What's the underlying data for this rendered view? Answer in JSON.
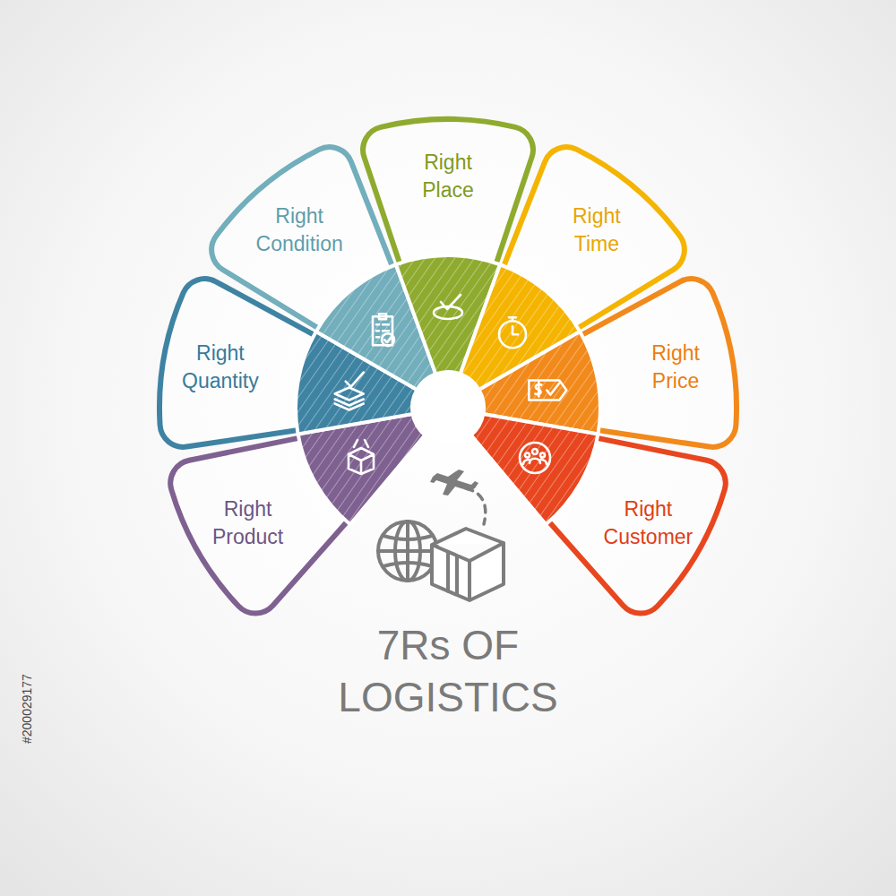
{
  "diagram": {
    "title": "7Rs OF LOGISTICS",
    "nodes": [
      {
        "text": [
          "Right Product"
        ]
      },
      {
        "text": [
          "Right Quantity"
        ]
      },
      {
        "text": [
          "Right Condition"
        ]
      },
      {
        "text": [
          "Right Place"
        ]
      },
      {
        "text": [
          "Right Time"
        ]
      },
      {
        "text": [
          "Right Price"
        ]
      },
      {
        "text": [
          "Right Customer"
        ]
      }
    ],
    "labels": [
      "#200029177"
    ]
  }
}
